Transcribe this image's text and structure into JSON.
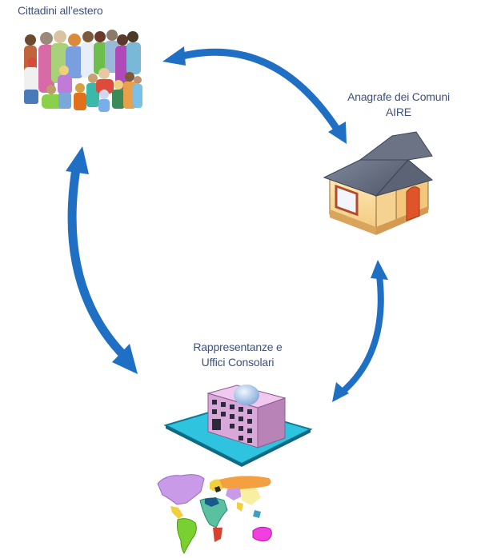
{
  "diagram": {
    "type": "cycle",
    "nodes": [
      {
        "id": "citizens",
        "label": "Cittadini all’estero",
        "icon": "people-group-icon"
      },
      {
        "id": "registry",
        "label_lines": [
          "Anagrafe dei Comuni",
          "AIRE"
        ],
        "icon": "house-icon"
      },
      {
        "id": "consular",
        "label_lines": [
          "Rappresentanze e",
          "Uffici Consolari"
        ],
        "icon": "consulate-building-icon",
        "secondary_icon": "world-map-icon"
      }
    ],
    "edges": [
      {
        "from": "citizens",
        "to": "registry",
        "bidirectional": true
      },
      {
        "from": "registry",
        "to": "consular",
        "bidirectional": true
      },
      {
        "from": "consular",
        "to": "citizens",
        "bidirectional": true
      }
    ],
    "colors": {
      "arrow": "#1f6fc5",
      "label_text": "#3d5180"
    }
  }
}
